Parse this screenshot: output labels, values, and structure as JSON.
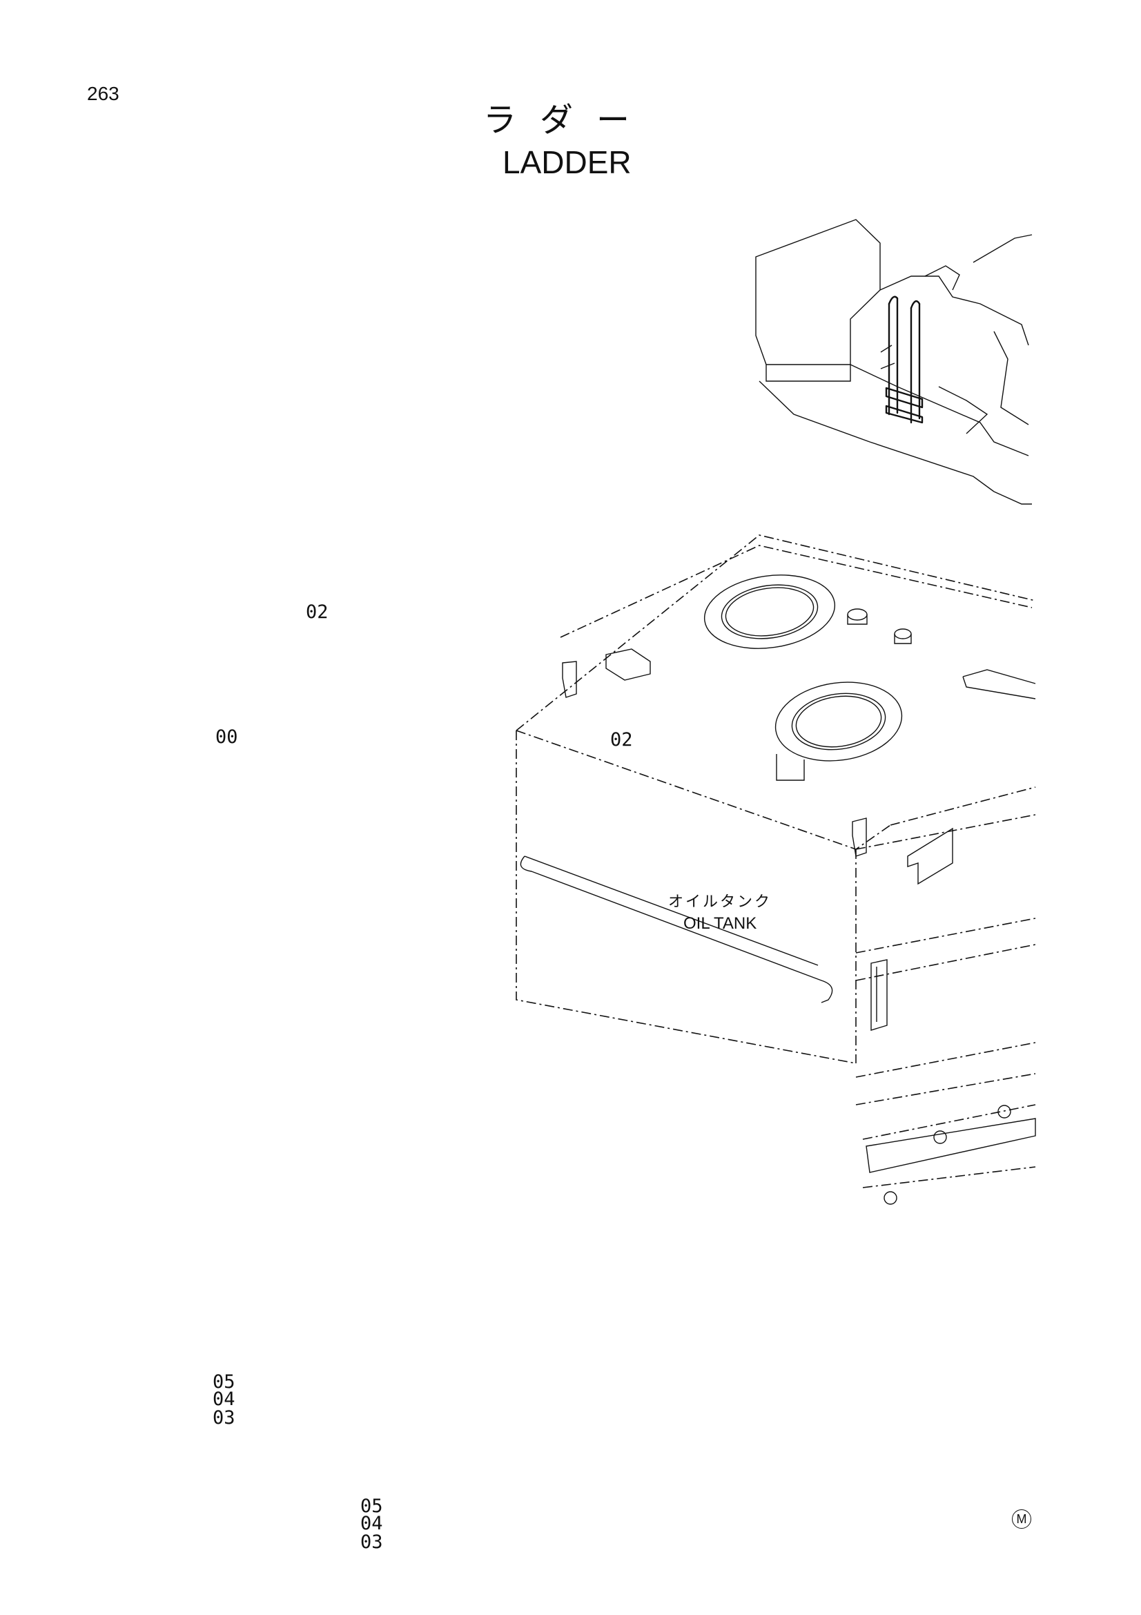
{
  "page": {
    "number": "263",
    "title_jp": "ラダー",
    "title_en": "LADDER"
  },
  "callouts": [
    {
      "id": "co-00",
      "label": "00"
    },
    {
      "id": "co-02a",
      "label": "02"
    },
    {
      "id": "co-02b",
      "label": "02"
    },
    {
      "id": "co-05a",
      "label": "05"
    },
    {
      "id": "co-04a",
      "label": "04"
    },
    {
      "id": "co-03a",
      "label": "03"
    },
    {
      "id": "co-05b",
      "label": "05"
    },
    {
      "id": "co-04b",
      "label": "04"
    },
    {
      "id": "co-03b",
      "label": "03"
    }
  ],
  "tank": {
    "label_jp": "オイルタンク",
    "label_en": "OIL TANK"
  },
  "mark": "M"
}
